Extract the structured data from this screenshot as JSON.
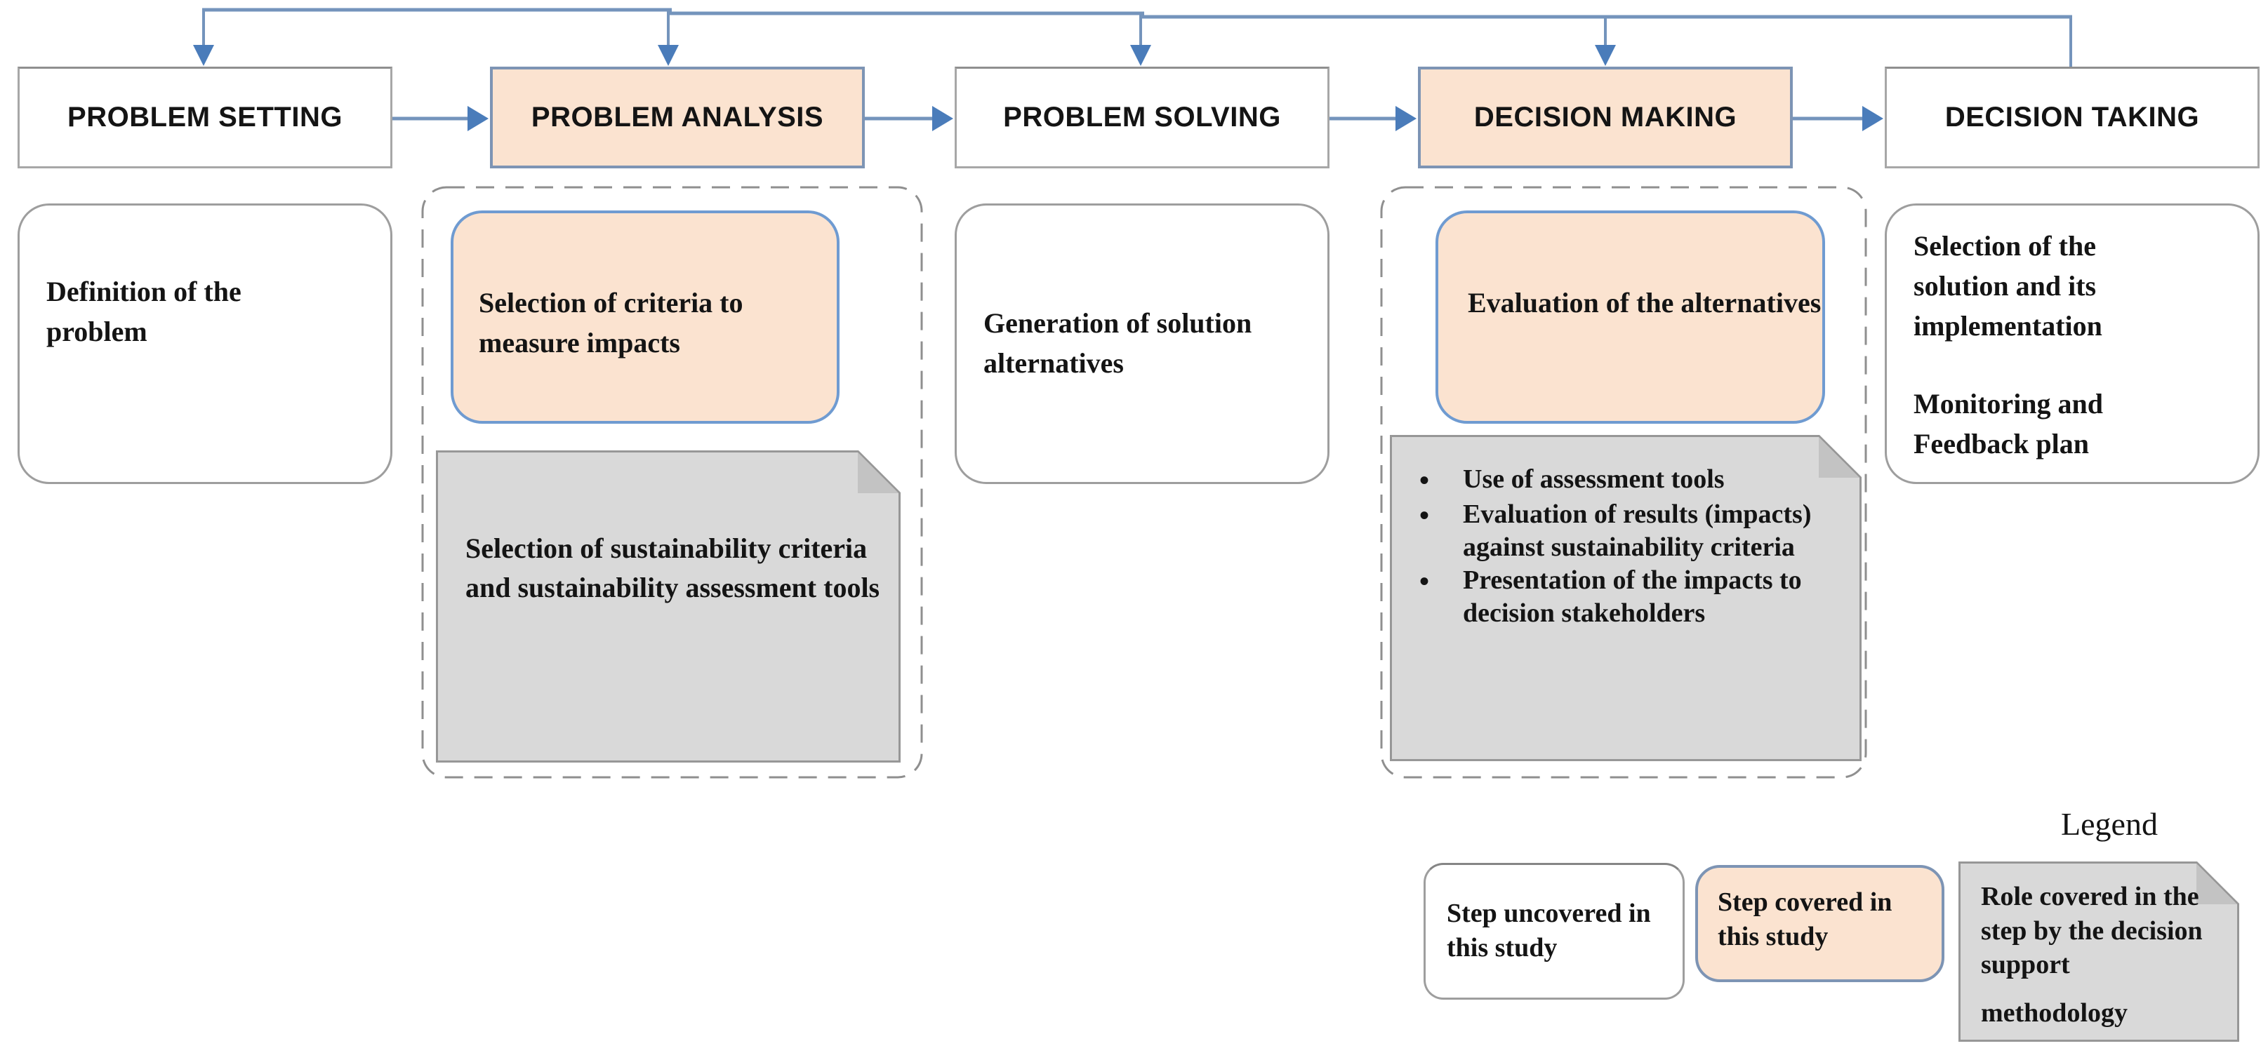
{
  "figure": {
    "type": "decision-process-flow-diagram",
    "background": "#ffffff"
  },
  "palette": {
    "covered_fill": "#fbe3d0",
    "covered_border_blue": "#6f9bd1",
    "stage_covered_border": "#7d94b4",
    "uncovered_fill": "#ffffff",
    "uncovered_border_gray": "#9e9e9e",
    "role_note_fill": "#d9d9d9",
    "role_note_border": "#979797",
    "connector_line_blue": "#7494bc",
    "arrowhead_blue": "#4a7cba",
    "text": "#141414"
  },
  "stages": [
    {
      "label": "PROBLEM SETTING",
      "covered": false
    },
    {
      "label": "PROBLEM ANALYSIS",
      "covered": true
    },
    {
      "label": "PROBLEM SOLVING",
      "covered": false
    },
    {
      "label": "DECISION MAKING",
      "covered": true
    },
    {
      "label": "DECISION TAKING",
      "covered": false
    }
  ],
  "details": {
    "problem_setting": {
      "text": "Definition of the problem"
    },
    "problem_analysis": {
      "step": "Selection of criteria to measure impacts",
      "role": "Selection of sustainability criteria and sustainability assessment tools"
    },
    "problem_solving": {
      "text": "Generation of solution alternatives"
    },
    "decision_making": {
      "step": "Evaluation of the alternatives",
      "role_bullets": [
        "Use of assessment tools",
        "Evaluation of results (impacts) against sustainability criteria",
        "Presentation of the impacts to decision stakeholders"
      ]
    },
    "decision_taking": {
      "paragraph1": "Selection of the solution and its implementation",
      "paragraph2": "Monitoring and Feedback plan"
    }
  },
  "legend": {
    "title": "Legend",
    "uncovered": "Step uncovered in this study",
    "covered": "Step covered in this study",
    "role_main": "Role covered in the step by the decision support",
    "role_tail": "methodology"
  }
}
